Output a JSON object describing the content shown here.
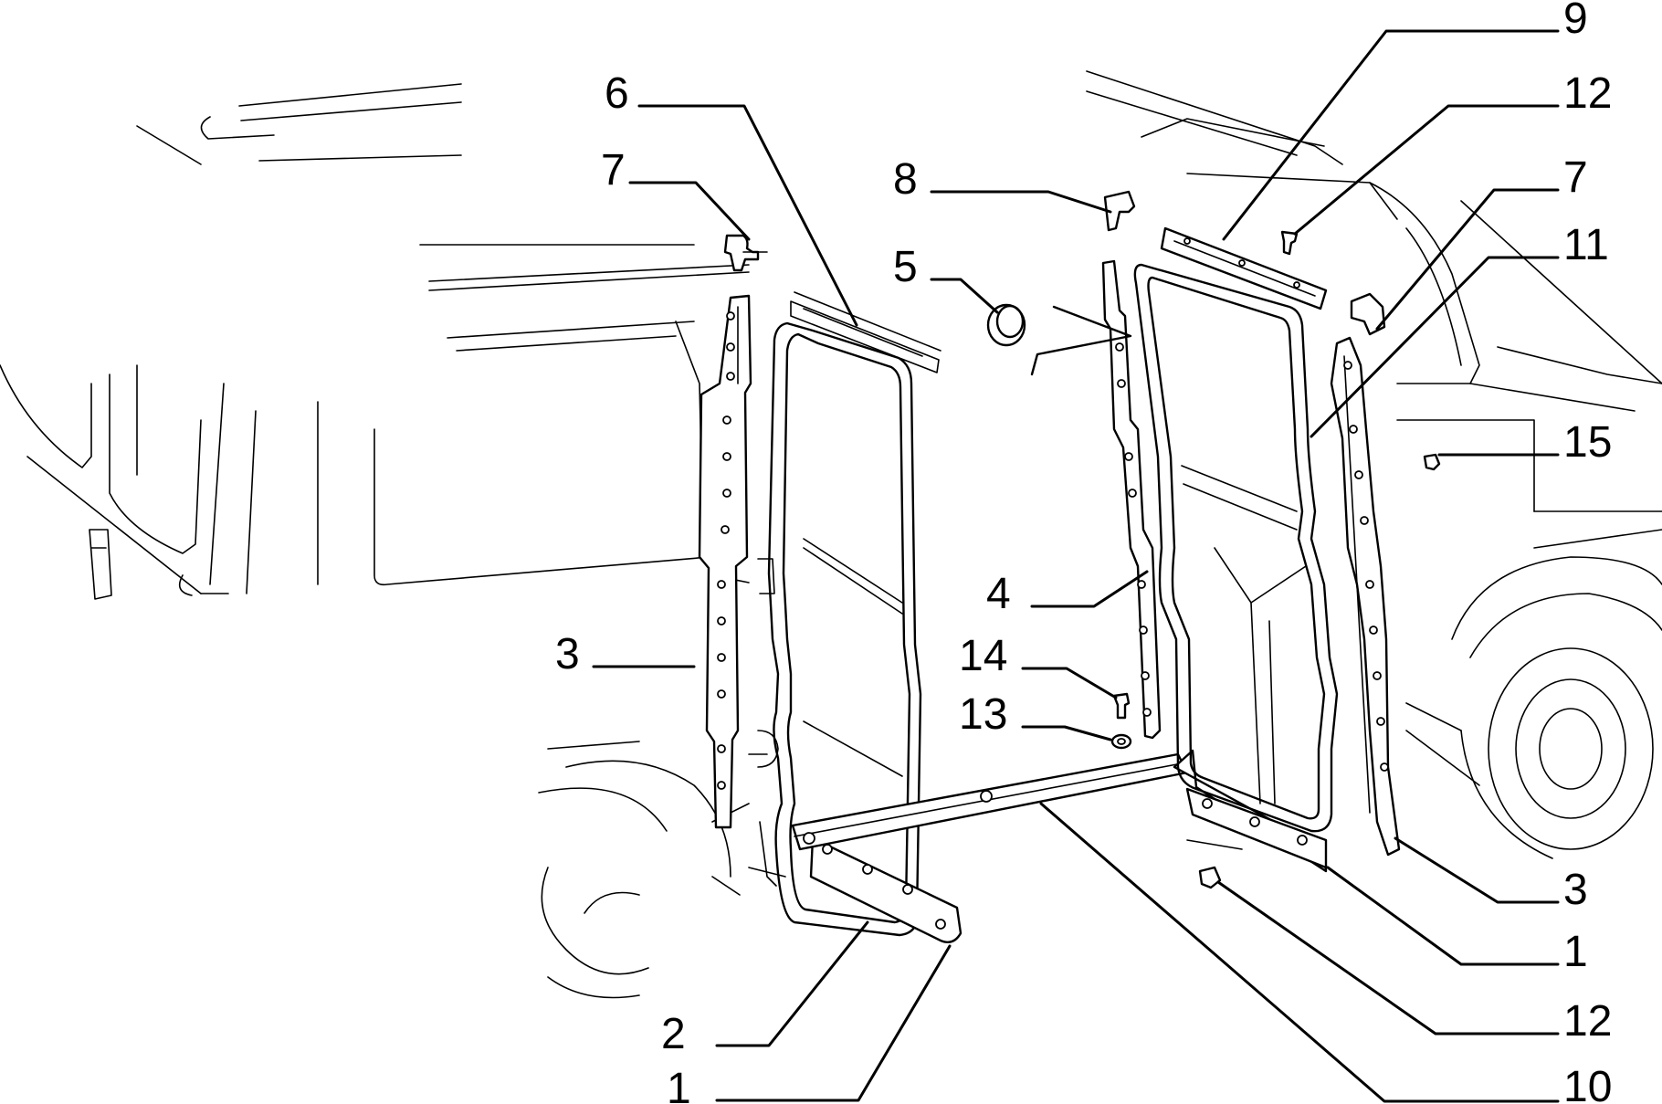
{
  "callouts": [
    {
      "id": "c6-left",
      "label": "6"
    },
    {
      "id": "c7-left",
      "label": "7"
    },
    {
      "id": "c3-left",
      "label": "3"
    },
    {
      "id": "c2-left",
      "label": "2"
    },
    {
      "id": "c1-left",
      "label": "1"
    },
    {
      "id": "c8",
      "label": "8"
    },
    {
      "id": "c5",
      "label": "5"
    },
    {
      "id": "c4",
      "label": "4"
    },
    {
      "id": "c14",
      "label": "14"
    },
    {
      "id": "c13",
      "label": "13"
    },
    {
      "id": "c9",
      "label": "9"
    },
    {
      "id": "c12-top",
      "label": "12"
    },
    {
      "id": "c7-right",
      "label": "7"
    },
    {
      "id": "c11",
      "label": "11"
    },
    {
      "id": "c15",
      "label": "15"
    },
    {
      "id": "c3-right",
      "label": "3"
    },
    {
      "id": "c1-right",
      "label": "1"
    },
    {
      "id": "c12-bottom",
      "label": "12"
    },
    {
      "id": "c10",
      "label": "10"
    }
  ]
}
